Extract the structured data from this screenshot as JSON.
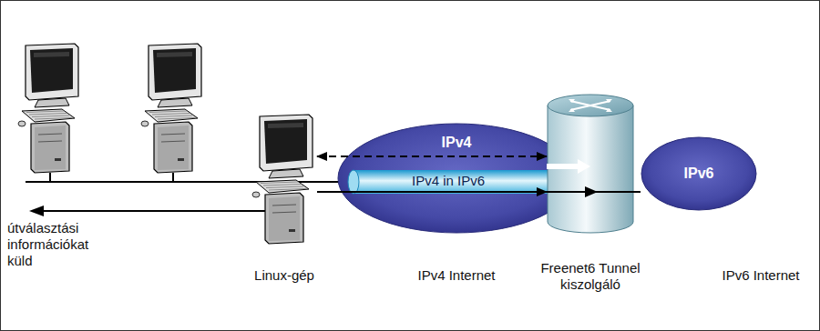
{
  "diagram": {
    "nodes": [
      {
        "text": [
          "Linux-gép"
        ]
      },
      {
        "text": [
          "IPv4",
          "IPv4 Internet"
        ]
      },
      {
        "text": [
          "IPv4 in IPv6"
        ]
      },
      {
        "text": [
          "Freenet6 Tunnel kiszolgáló"
        ]
      },
      {
        "text": [
          "IPv6",
          "IPv6 Internet"
        ]
      }
    ],
    "edges": [
      {
        "from": 0,
        "to": 3,
        "arrow": "both"
      },
      {
        "from": 0,
        "to": 3,
        "arrow": "to"
      },
      {
        "from": 3,
        "to": 4,
        "arrow": "none"
      }
    ],
    "labels": [
      "útválasztási információkat küld"
    ]
  }
}
